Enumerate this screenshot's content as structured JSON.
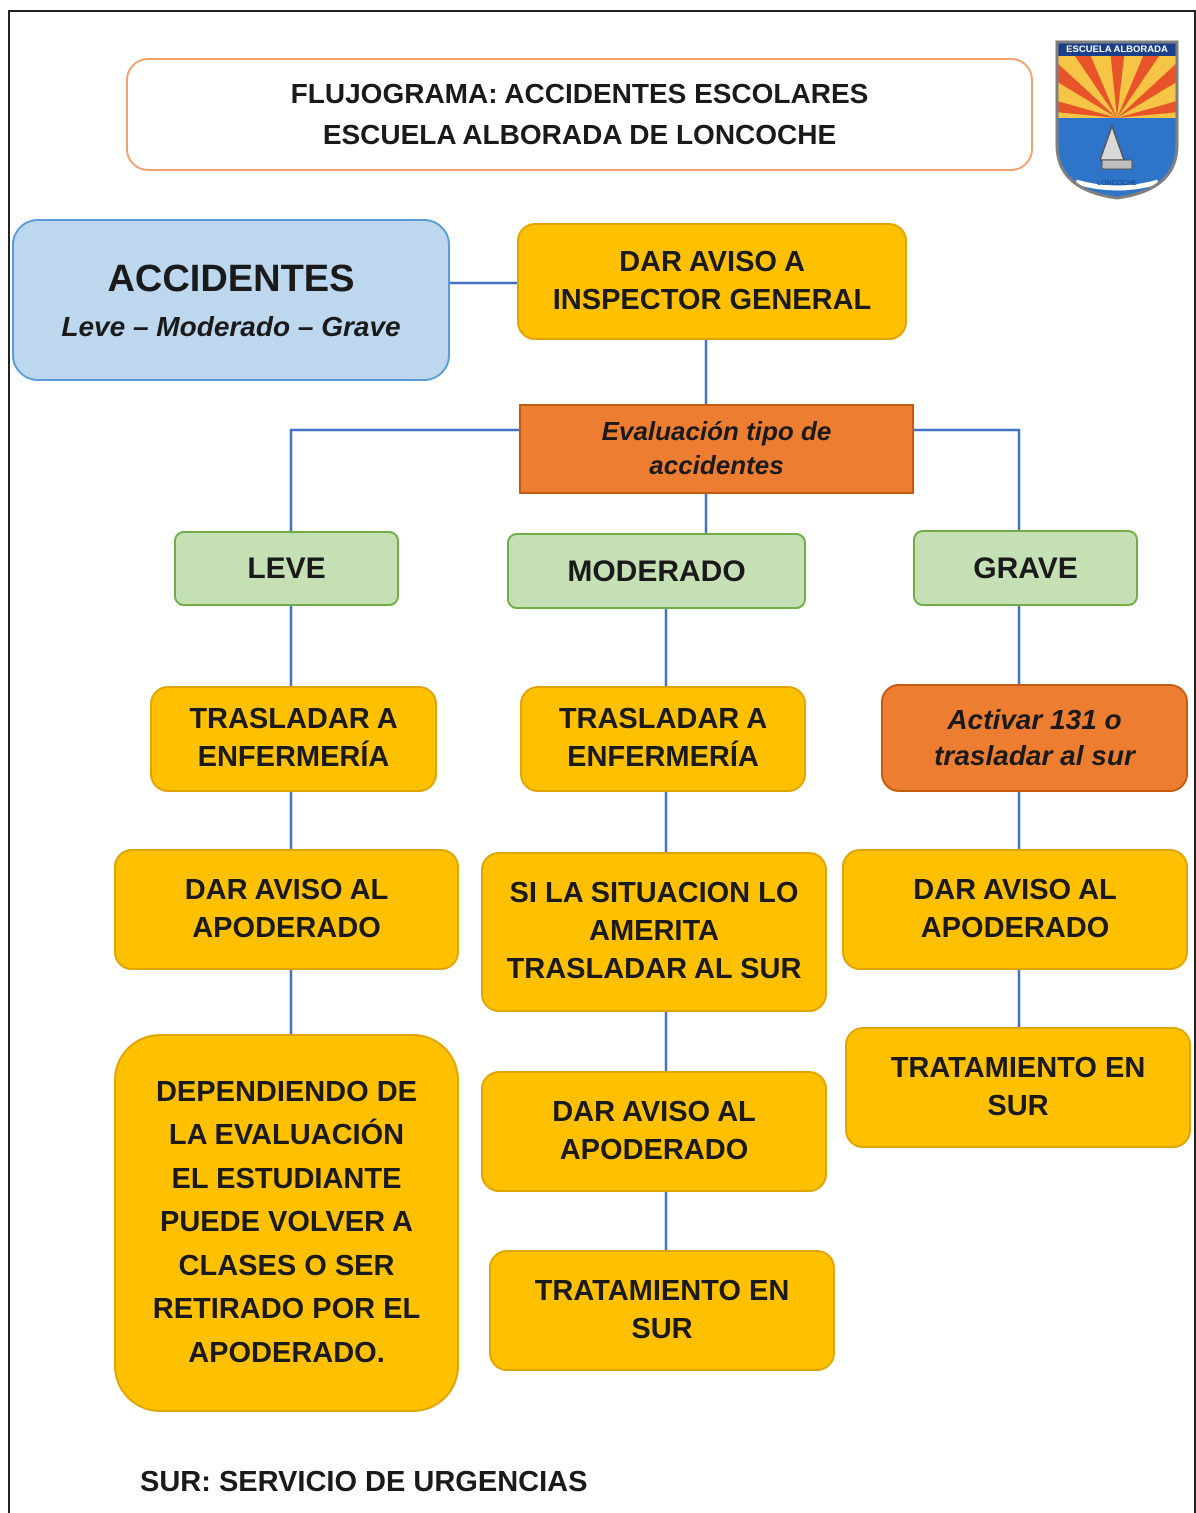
{
  "header": {
    "title_line1": "FLUJOGRAMA:  ACCIDENTES ESCOLARES",
    "title_line2": "ESCUELA ALBORADA DE LONCOCHE"
  },
  "logo": {
    "top_text": "ESCUELA ALBORADA",
    "bottom_text": "LONCOCHE"
  },
  "accidentes": {
    "title": "ACCIDENTES",
    "subtitle": "Leve – Moderado – Grave"
  },
  "aviso_inspector": {
    "line1": "DAR AVISO A",
    "line2": "INSPECTOR GENERAL"
  },
  "evaluacion": {
    "line1": "Evaluación tipo de",
    "line2": "accidentes"
  },
  "leve": {
    "label": "LEVE",
    "step1": {
      "line1": "TRASLADAR A",
      "line2": "ENFERMERÍA"
    },
    "step2": {
      "line1": "DAR AVISO AL",
      "line2": "APODERADO"
    },
    "step3": [
      "DEPENDIENDO DE",
      "LA EVALUACIÓN",
      "EL ESTUDIANTE",
      "PUEDE VOLVER A",
      "CLASES O SER",
      "RETIRADO POR EL",
      "APODERADO."
    ]
  },
  "moderado": {
    "label": "MODERADO",
    "step1": {
      "line1": "TRASLADAR A",
      "line2": "ENFERMERÍA"
    },
    "step2": [
      "SI LA SITUACION LO",
      "AMERITA",
      "TRASLADAR AL SUR"
    ],
    "step3": {
      "line1": "DAR AVISO AL",
      "line2": "APODERADO"
    },
    "step4": {
      "line1": "TRATAMIENTO EN",
      "line2": "SUR"
    }
  },
  "grave": {
    "label": "GRAVE",
    "step1": {
      "line1": "Activar 131 o",
      "line2": "trasladar al sur"
    },
    "step2": {
      "line1": "DAR AVISO AL",
      "line2": "APODERADO"
    },
    "step3": {
      "line1": "TRATAMIENTO EN",
      "line2": "SUR"
    }
  },
  "footer": "SUR: SERVICIO DE URGENCIAS",
  "colors": {
    "yellow": "#ffc000",
    "orange": "#ed7d31",
    "green": "#c5e0b4",
    "blue": "#bdd7ee",
    "connector": "#4472c4"
  }
}
